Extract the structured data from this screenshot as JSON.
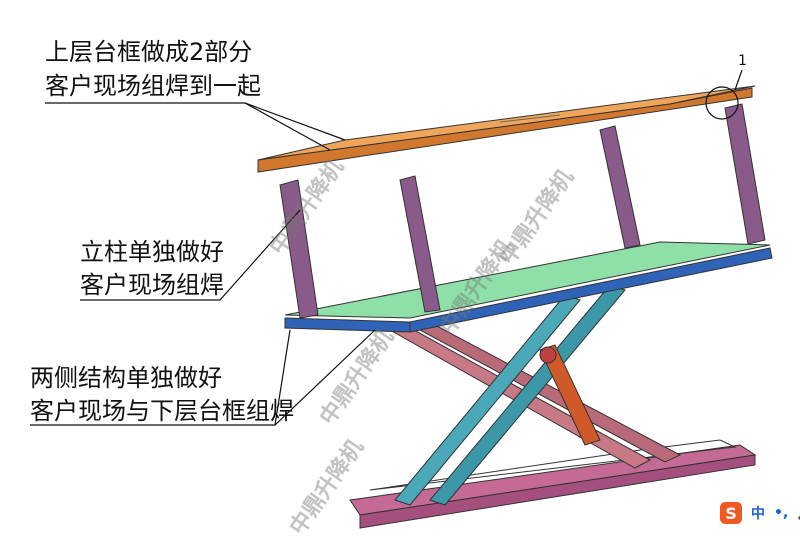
{
  "annotations": {
    "top_platform": [
      "上层台框做成2部分",
      "客户现场组焊到一起"
    ],
    "columns": [
      "立柱单独做好",
      "客户现场组焊"
    ],
    "side_structure": [
      "两侧结构单独做好",
      "客户现场与下层台框组焊"
    ],
    "detail_marker": "1"
  },
  "watermark": "中鼎升降机",
  "ime_toolbar": {
    "logo": "S",
    "mode": "中",
    "punct": "•,",
    "mic": "🎤"
  },
  "colors": {
    "top_platform": "#e08a3c",
    "mid_platform": "#7ad39a",
    "front_beam": "#2f63b8",
    "scissor_teal": "#4aa8b8",
    "scissor_pink": "#c77a86",
    "base": "#b85a8a",
    "column": "#8a5a8a"
  }
}
